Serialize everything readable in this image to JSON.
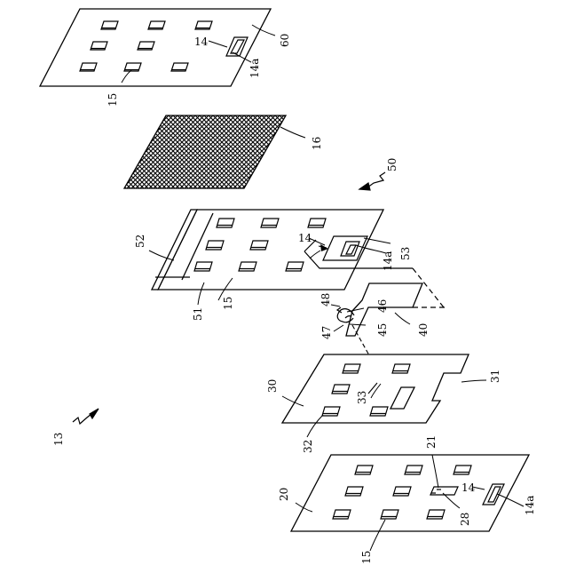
{
  "figure": {
    "labels": {
      "l60": "60",
      "l14_top": "14",
      "l14a_top": "14a",
      "l15_top": "15",
      "l16": "16",
      "l50": "50",
      "l52": "52",
      "l14_mid": "14",
      "l14a_mid": "14a",
      "l53": "53",
      "l51": "51",
      "l15_mid": "15",
      "l48": "48",
      "l46": "46",
      "l47": "47",
      "l45": "45",
      "l40": "40",
      "l30": "30",
      "l33": "33",
      "l32": "32",
      "l31": "31",
      "l13": "13",
      "l20": "20",
      "l21": "21",
      "l14_bot": "14",
      "l28": "28",
      "l14a_bot": "14a",
      "l15_bot": "15"
    }
  }
}
